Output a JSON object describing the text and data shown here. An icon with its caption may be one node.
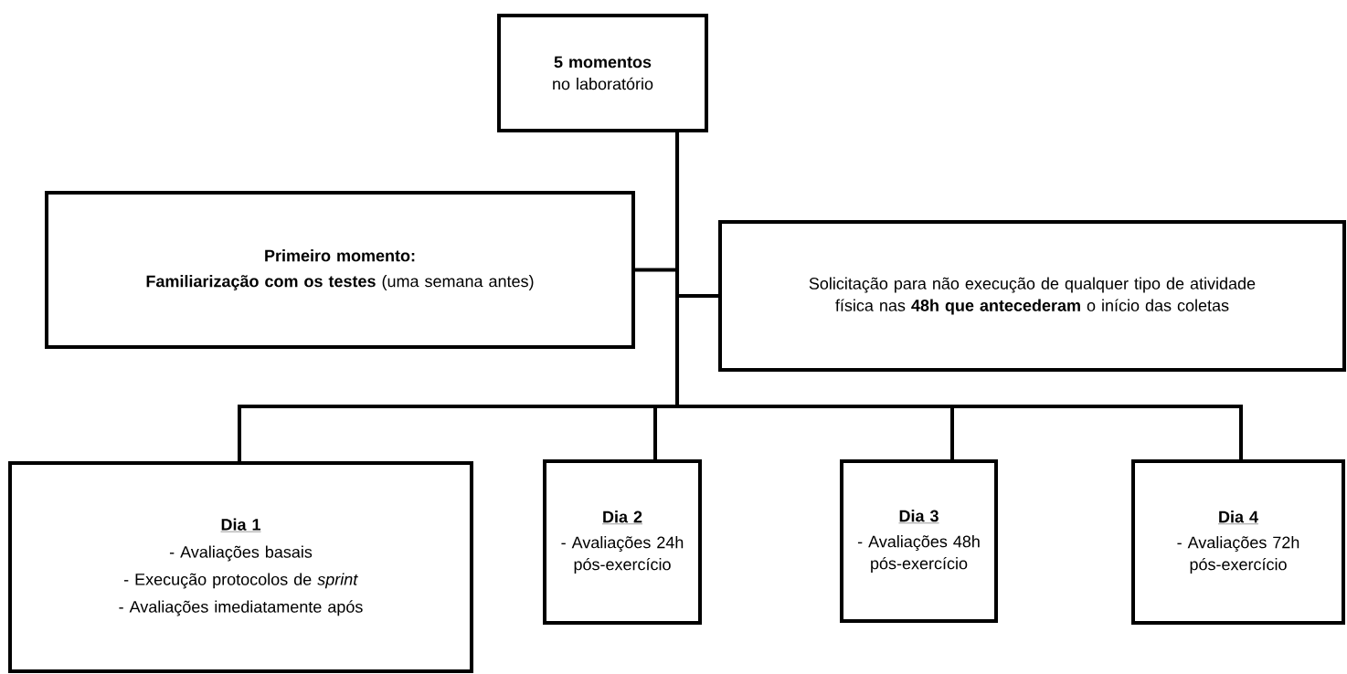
{
  "diagram": {
    "nodes": [
      {
        "text": [
          "**5 momentos** no laboratório"
        ]
      },
      {
        "text": [
          "Primeiro momento:",
          "**Familiarização com os testes** (uma semana antes)"
        ]
      },
      {
        "text": [
          "Solicitação para não execução de qualquer tipo de atividade física nas **48h que antecederam** o início das coletas"
        ]
      },
      {
        "text": [
          "Dia 1",
          "- Avaliações basais",
          "- Execução protocolos de *sprint*",
          "- Avaliações imediatamente após"
        ]
      },
      {
        "text": [
          "Dia 2",
          "- Avaliações 24h pós-exercício"
        ]
      },
      {
        "text": [
          "Dia 3",
          "- Avaliações 48h pós-exercício"
        ]
      },
      {
        "text": [
          "Dia 4",
          "- Avaliações 72h pós-exercício"
        ]
      }
    ],
    "edges": [
      {
        "from": 0,
        "to": 1,
        "arrow": "none"
      },
      {
        "from": 0,
        "to": 2,
        "arrow": "none"
      },
      {
        "from": 0,
        "to": 3,
        "arrow": "none"
      },
      {
        "from": 0,
        "to": 4,
        "arrow": "none"
      },
      {
        "from": 0,
        "to": 5,
        "arrow": "none"
      },
      {
        "from": 0,
        "to": 6,
        "arrow": "none"
      }
    ]
  }
}
